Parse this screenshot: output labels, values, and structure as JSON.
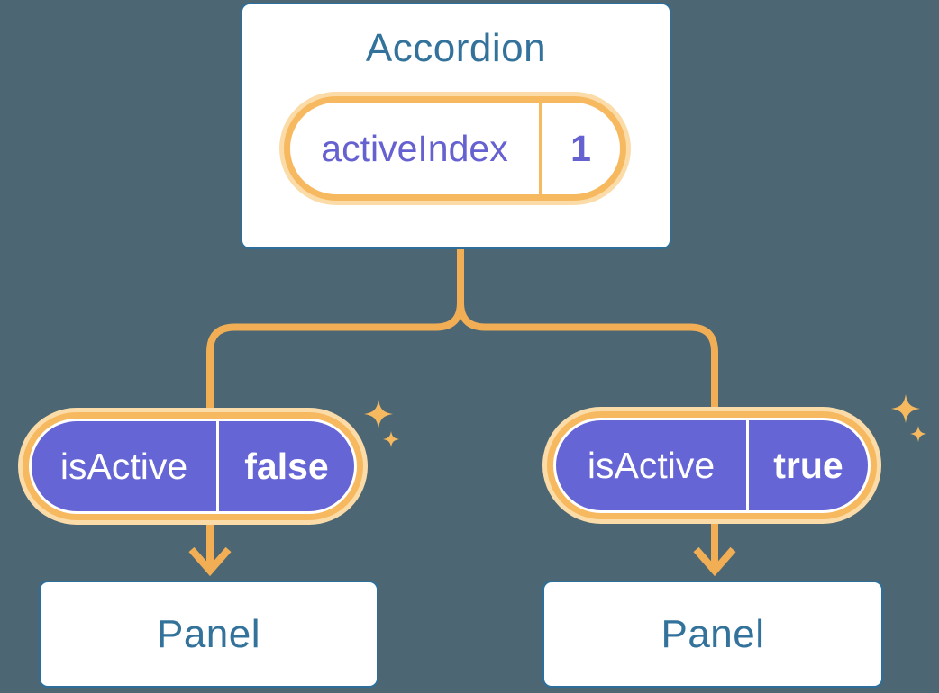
{
  "colors": {
    "bg": "#4C6773",
    "blue_border": "#2D6F9A",
    "blue_text": "#32729B",
    "orange_line": "#F2AE55",
    "orange_border": "#F7B95F",
    "orange_glow": "#FBDCA8",
    "purple": "#6665D5",
    "purple_text": "#6661D0",
    "white": "#FFFFFF"
  },
  "diagram": {
    "accordion": {
      "title": "Accordion",
      "state": {
        "name": "activeIndex",
        "value": "1"
      }
    },
    "children": [
      {
        "prop": {
          "name": "isActive",
          "value": "false"
        },
        "panel": {
          "label": "Panel"
        }
      },
      {
        "prop": {
          "name": "isActive",
          "value": "true"
        },
        "panel": {
          "label": "Panel"
        }
      }
    ],
    "icons": {
      "sparkle": "sparkle-icon",
      "arrow": "arrow-down-icon"
    }
  }
}
